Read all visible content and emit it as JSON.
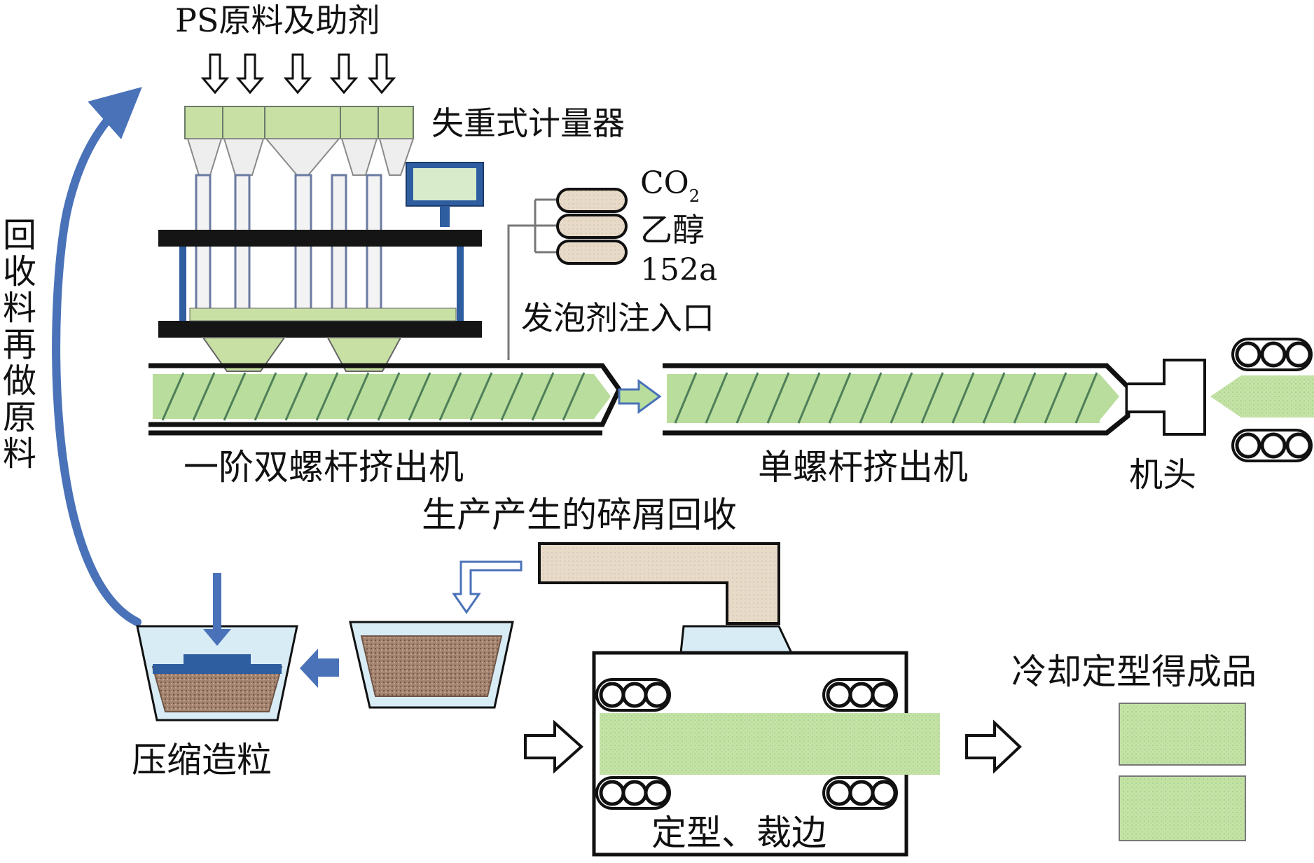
{
  "labels": {
    "ps_feed": "PS原料及助剂",
    "scale": "失重式计量器",
    "co2": "CO",
    "co2_sub": "2",
    "ethanol": "乙醇",
    "r152a": "152a",
    "injector": "发泡剂注入口",
    "twin_screw": "一阶双螺杆挤出机",
    "single_screw": "单螺杆挤出机",
    "die_head": "机头",
    "scrap_recycle": "生产产生的碎屑回收",
    "pelletizing": "压缩造粒",
    "shaping_trimming": "定型、裁边",
    "cooling_product": "冷却定型得成品",
    "recycle_vertical": [
      "回",
      "收",
      "料",
      "再",
      "做",
      "原",
      "料"
    ]
  },
  "colors": {
    "hopper_green": "#c8e0a4",
    "screw_green": "#b9dd9c",
    "arrow_blue": "#4a72b8",
    "foam_green": "#b5db98",
    "pellet_brown": "#9a7a62",
    "tray_blue": "#d8ecf6",
    "duct_beige": "#e6d7c5",
    "dark": "#111111"
  },
  "icons": {
    "feed_arrows": "down-arrow-icon",
    "transfer_arrow": "right-arrow-icon",
    "recycle_curve": "curved-arrow-icon"
  }
}
